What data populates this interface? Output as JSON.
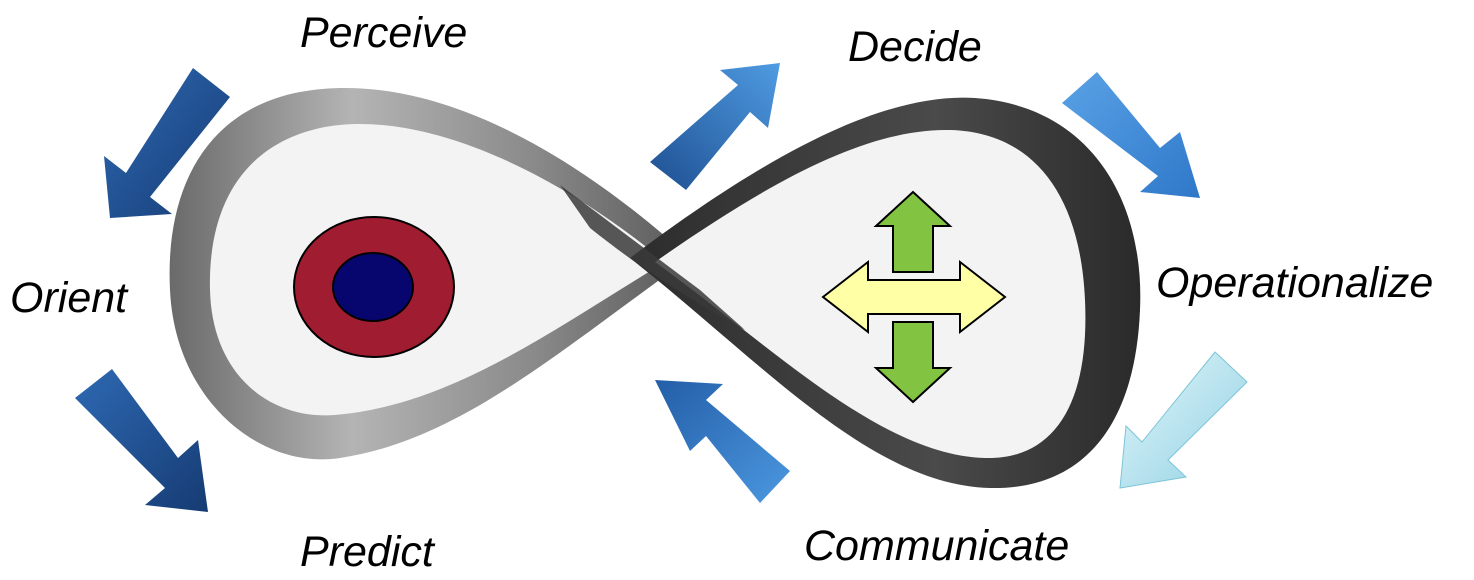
{
  "diagram": {
    "stages": [
      {
        "id": "perceive",
        "label": "Perceive"
      },
      {
        "id": "decide",
        "label": "Decide"
      },
      {
        "id": "orient",
        "label": "Orient"
      },
      {
        "id": "operationalize",
        "label": "Operationalize"
      },
      {
        "id": "predict",
        "label": "Predict"
      },
      {
        "id": "communicate",
        "label": "Communicate"
      }
    ],
    "colors": {
      "ribbon_light": "#9a9a9a",
      "ribbon_dark": "#3e3e3e",
      "loop_fill": "#f3f3f3",
      "arrow_dark_blue": "#1f4f8f",
      "arrow_mid_blue": "#3b86d8",
      "arrow_light_blue": "#9fd9e8",
      "target_outer": "#a01c30",
      "target_inner": "#06066e",
      "cross_arrow_horizontal": "#ffffa6",
      "cross_arrow_vertical": "#82c341"
    },
    "icons": [
      "target-icon",
      "four-way-arrow-icon"
    ]
  }
}
